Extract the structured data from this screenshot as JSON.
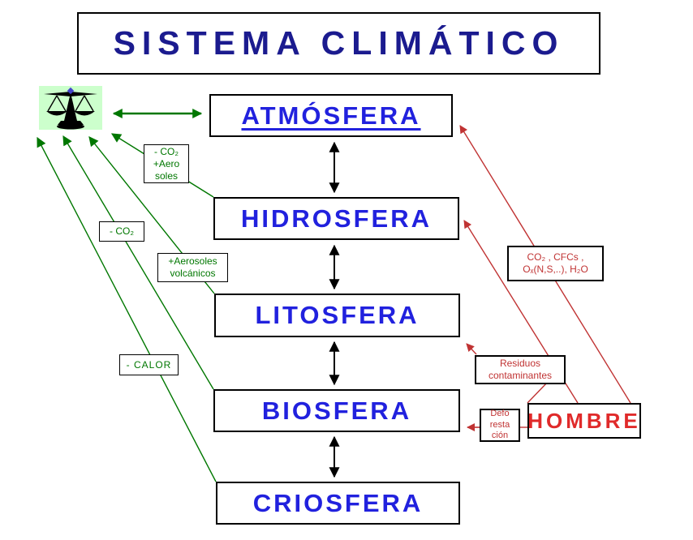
{
  "title": "SISTEMA CLIMÁTICO",
  "colors": {
    "title_text": "#1B1B8F",
    "sphere_text": "#2121DE",
    "hombre_text": "#E02A2A",
    "green": "#007700",
    "red": "#C03333",
    "black": "#000000",
    "scale_bg": "#CCFFCC",
    "canvas_bg": "#FFFFFF"
  },
  "spheres": {
    "atmosfera": "ATMÓSFERA",
    "hidrosfera": "HIDROSFERA",
    "litosfera": "LITOSFERA",
    "biosfera": "BIOSFERA",
    "criosfera": "CRIOSFERA"
  },
  "hombre": "HOMBRE",
  "labels": {
    "co2_aerosoles": "- CO₂\n+Aero\nsoles",
    "co2": "- CO₂",
    "aerosoles_volcanicos": "+Aerosoles\nvolcánicos",
    "calor": "- CALOR",
    "gases": "CO₂ , CFCs ,\nOₓ(N,S,..), H₂O",
    "residuos": "Residuos\ncontaminantes",
    "deforestacion": "Defo\nresta\nción"
  },
  "icons": {
    "balance_scale": "balance-scale-icon"
  }
}
